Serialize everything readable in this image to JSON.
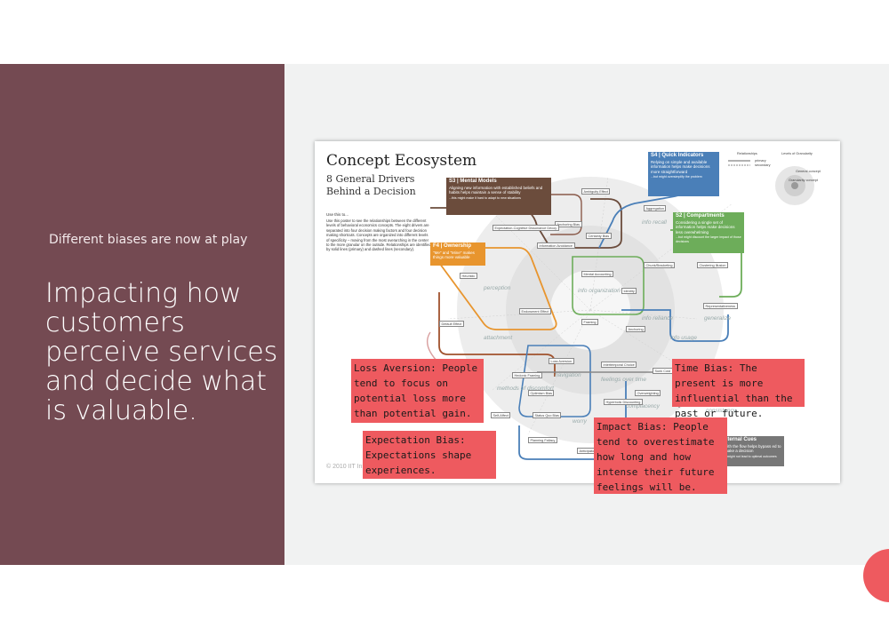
{
  "slide": {
    "subtitle": "Different biases are now at play",
    "headline": "Impacting how customers perceive services and decide what is valuable."
  },
  "poster": {
    "title": "Concept Ecosystem",
    "subtitle": "8 General Drivers Behind a Decision",
    "intro_heading": "Use this to...",
    "intro_body": "Use this poster to see the relationships between the different levels of behavioral economics concepts. The eight drivers are separated into four decision making factors and four decision making shortcuts. Concepts are organized into different levels of specificity – moving from the most overarching in the center to the more granular on the outside. Relationships are identified by solid lines (primary) and dashed lines (secondary).",
    "copyright": "© 2010 IIT Ins",
    "legend": {
      "relationships": "Relationships",
      "primary": "primary",
      "secondary": "secondary",
      "granularity": "Levels of Granularity",
      "general": "General concept",
      "granular": "Granularity concept"
    },
    "boxes": {
      "s3": {
        "title": "S3 | Mental Models",
        "body": "Aligning new information with established beliefs and habits helps maintain a sense of stability",
        "foot": "...this might make it hard to adapt to new situations",
        "color": "#6b4c3c"
      },
      "s4": {
        "title": "S4 | Quick Indicators",
        "body": "Relying on simple and available information helps make decisions more straightforward",
        "foot": "...but might oversimplify the problem",
        "color": "#4a7fb8"
      },
      "s2": {
        "title": "S2 | Compartments",
        "body": "Considering a single set of information helps make decisions less overwhelming",
        "foot": "...but might discount the larger impact of those decisions",
        "color": "#6dad5a"
      },
      "f4": {
        "title": "F4 | Ownership",
        "body": "\"Me\" and \"Mine\" makes things more valuable",
        "color": "#e8952e"
      },
      "external": {
        "title": "xternal Cues",
        "body": "with the flow helps bypass ed to make a decision",
        "foot": "...might not lead to optimal outcomes",
        "color": "#777777"
      }
    },
    "region_labels": [
      "perception",
      "info organization",
      "info reliance",
      "info recall",
      "info usage",
      "generalize",
      "attachment",
      "feelings over time",
      "methods of discomfort",
      "consistency",
      "worry",
      "complacency",
      "navigation"
    ],
    "concepts": [
      "Ambiguity Effect",
      "Aggregation",
      "Anchoring Bias",
      "Certainty Bias",
      "Information Avoidance",
      "Expectation-Cognitive Dissonance Decoy",
      "Mental Accounting",
      "Chunk/Bracketing",
      "Clustering Illusion",
      "Identity",
      "Endowment Effect",
      "Framing",
      "Anchoring",
      "Heuristic",
      "Representativeness",
      "Default Effect",
      "Loss Aversion",
      "Intertemporal Choice",
      "Hedonic Framing",
      "Optimism Bias",
      "Self-Affect",
      "Status Quo Bias",
      "Planning Fallacy",
      "Hyperbolic Discounting",
      "Overweighting",
      "Sunk Cost",
      "Anticipatory Emotions"
    ]
  },
  "notes": [
    {
      "id": "loss",
      "text": "Loss Aversion:  People tend to focus on potential loss more than potential gain."
    },
    {
      "id": "time",
      "text": "Time Bias: The present is more influential than the past or future."
    },
    {
      "id": "impact",
      "text": "Impact Bias:  People tend to overestimate how long and how intense their future feelings will be."
    },
    {
      "id": "expectation",
      "text": "Expectation Bias: Expectations shape experiences."
    }
  ],
  "colors": {
    "panel": "#744a52",
    "note": "#ee5a5f",
    "background": "#f1f2f2"
  }
}
